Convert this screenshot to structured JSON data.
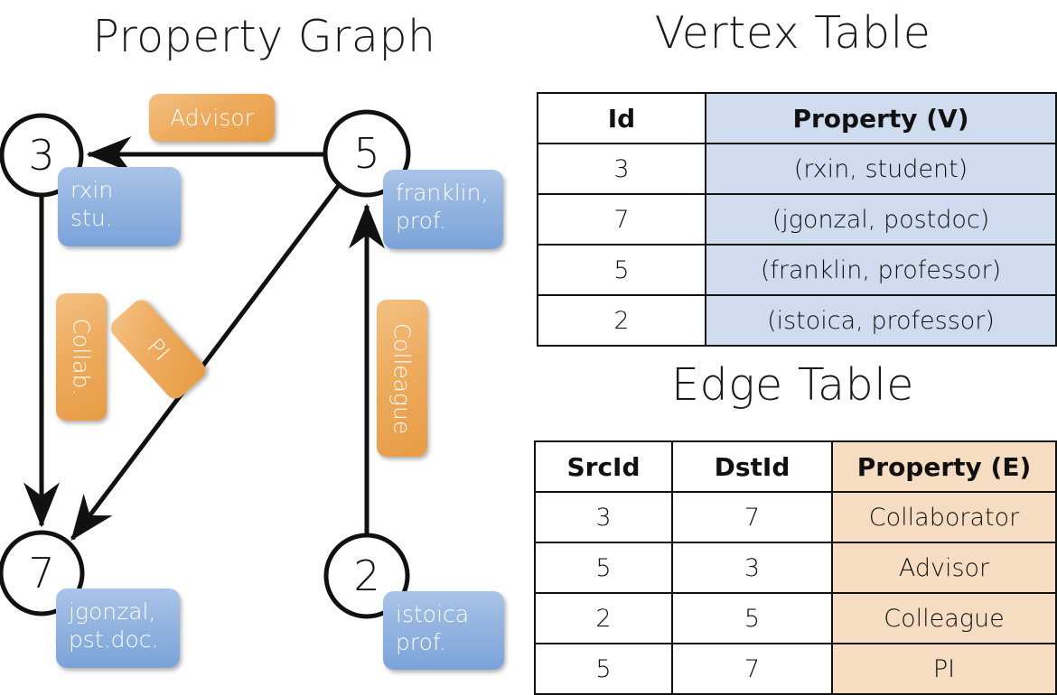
{
  "titles": {
    "graph": "Property Graph",
    "vertex": "Vertex Table",
    "edge": "Edge Table"
  },
  "graph": {
    "nodes": [
      {
        "id": "3",
        "property_line1": "rxin",
        "property_line2": "stu."
      },
      {
        "id": "5",
        "property_line1": "franklin,",
        "property_line2": "prof."
      },
      {
        "id": "7",
        "property_line1": "jgonzal,",
        "property_line2": "pst.doc."
      },
      {
        "id": "2",
        "property_line1": "istoica",
        "property_line2": "prof."
      }
    ],
    "edge_labels": [
      {
        "name": "advisor-label",
        "text": "Advisor"
      },
      {
        "name": "collab-label",
        "text": "Collab."
      },
      {
        "name": "pi-label",
        "text": "PI"
      },
      {
        "name": "colleague-label",
        "text": "Colleague"
      }
    ]
  },
  "vertex_table": {
    "headers": [
      "Id",
      "Property (V)"
    ],
    "rows": [
      {
        "id": "3",
        "property": "(rxin, student)"
      },
      {
        "id": "7",
        "property": "(jgonzal, postdoc)"
      },
      {
        "id": "5",
        "property": "(franklin, professor)"
      },
      {
        "id": "2",
        "property": "(istoica, professor)"
      }
    ]
  },
  "edge_table": {
    "headers": [
      "SrcId",
      "DstId",
      "Property (E)"
    ],
    "rows": [
      {
        "src": "3",
        "dst": "7",
        "property": "Collaborator"
      },
      {
        "src": "5",
        "dst": "3",
        "property": "Advisor"
      },
      {
        "src": "2",
        "dst": "5",
        "property": "Colleague"
      },
      {
        "src": "5",
        "dst": "7",
        "property": "PI"
      }
    ]
  },
  "colors": {
    "vertex_property_fill": "#cfdcef",
    "edge_property_fill": "#f6ddc2",
    "node_box_blue": "#93b4e0",
    "edge_label_orange": "#eeab5e",
    "stroke": "#111111"
  }
}
